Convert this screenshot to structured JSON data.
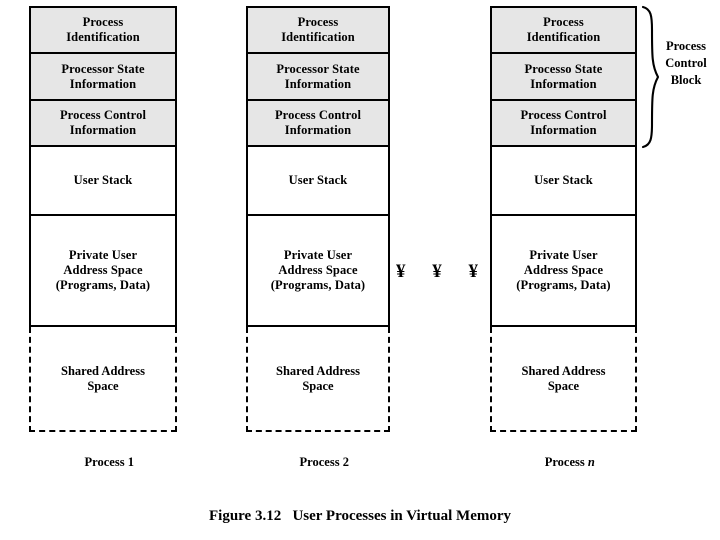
{
  "figure": {
    "caption": "Figure 3.12   User Processes in Virtual Memory"
  },
  "labels": {
    "process_identification": "Process\nIdentification",
    "processor_state_information": "Processor State\nInformation",
    "processor_state_information_alt": "Processo State\nInformation",
    "process_control_information": "Process Control\nInformation",
    "user_stack": "User Stack",
    "private_user_address_space": "Private User\nAddress Space\n(Programs, Data)",
    "shared_address_space": "Shared Address\nSpace"
  },
  "columns": [
    {
      "id": "process-1",
      "caption_prefix": "Process 1",
      "caption_italic": "",
      "blocks": [
        {
          "name": "process-identification",
          "text": "Process\nIdentification",
          "shaded": true
        },
        {
          "name": "processor-state-info",
          "text": "Processor State\nInformation",
          "shaded": true
        },
        {
          "name": "process-control-info",
          "text": "Process Control\nInformation",
          "shaded": true
        },
        {
          "name": "user-stack",
          "text": "User Stack",
          "shaded": false
        },
        {
          "name": "private-user-addr-space",
          "text": "Private User\nAddress Space\n(Programs, Data)",
          "shaded": false
        },
        {
          "name": "shared-address-space",
          "text": "Shared Address\nSpace",
          "shaded": false,
          "dashed": true
        }
      ]
    },
    {
      "id": "process-2",
      "caption_prefix": "Process 2",
      "caption_italic": "",
      "blocks": [
        {
          "name": "process-identification",
          "text": "Process\nIdentification",
          "shaded": true
        },
        {
          "name": "processor-state-info",
          "text": "Processor State\nInformation",
          "shaded": true
        },
        {
          "name": "process-control-info",
          "text": "Process Control\nInformation",
          "shaded": true
        },
        {
          "name": "user-stack",
          "text": "User Stack",
          "shaded": false
        },
        {
          "name": "private-user-addr-space",
          "text": "Private User\nAddress Space\n(Programs, Data)",
          "shaded": false
        },
        {
          "name": "shared-address-space",
          "text": "Shared Address\nSpace",
          "shaded": false,
          "dashed": true
        }
      ]
    },
    {
      "id": "process-n",
      "caption_prefix": "Process ",
      "caption_italic": "n",
      "blocks": [
        {
          "name": "process-identification",
          "text": "Process\nIdentification",
          "shaded": true
        },
        {
          "name": "processor-state-info",
          "text": "Processo State\nInformation",
          "shaded": true
        },
        {
          "name": "process-control-info",
          "text": "Process Control\nInformation",
          "shaded": true
        },
        {
          "name": "user-stack",
          "text": "User Stack",
          "shaded": false
        },
        {
          "name": "private-user-addr-space",
          "text": "Private User\nAddress Space\n(Programs, Data)",
          "shaded": false
        },
        {
          "name": "shared-address-space",
          "text": "Shared Address\nSpace",
          "shaded": false,
          "dashed": true
        }
      ]
    }
  ],
  "ellipsis": {
    "glyph": "¥",
    "count": 3,
    "meaning": "continuation-between-process-2-and-process-n"
  },
  "pcb_annotation": {
    "line1": "Process",
    "line2": "Control",
    "line3": "Block",
    "brace": "right-curly-brace",
    "spans_blocks": [
      "process-identification",
      "processor-state-info",
      "process-control-info"
    ]
  },
  "colors": {
    "shaded_block_fill": "#e6e6e6",
    "plain_block_fill": "#ffffff",
    "stroke": "#000000",
    "background": "#ffffff",
    "text": "#000000"
  }
}
